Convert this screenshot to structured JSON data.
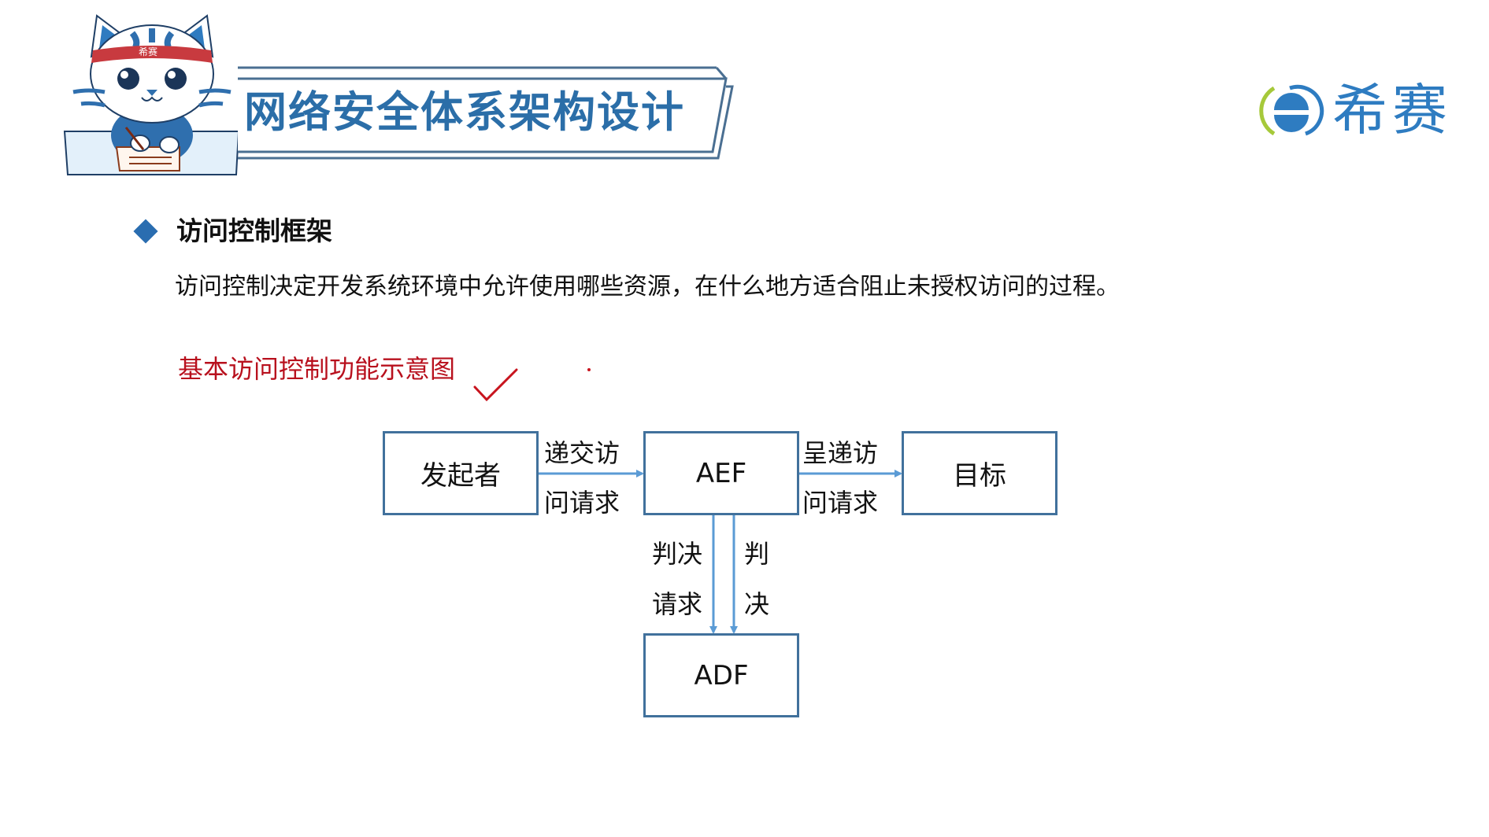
{
  "header": {
    "title": "网络安全体系架构设计",
    "mascot_headband": "希赛",
    "logo_text": "希赛"
  },
  "section": {
    "heading": "访问控制框架",
    "description": "访问控制决定开发系统环境中允许使用哪些资源，在什么地方适合阻止未授权访问的过程。"
  },
  "diagram": {
    "caption": "基本访问控制功能示意图",
    "nodes": {
      "initiator": "发起者",
      "aef": "AEF",
      "target": "目标",
      "adf": "ADF"
    },
    "edges": {
      "initiator_to_aef": {
        "line1": "递交访",
        "line2": "问请求"
      },
      "aef_to_target": {
        "line1": "呈递访",
        "line2": "问请求"
      },
      "aef_to_adf_request": {
        "line1": "判决",
        "line2": "请求"
      },
      "aef_to_adf_decision": {
        "line1": "判",
        "line2": "决"
      }
    }
  },
  "colors": {
    "title_blue": "#2b6ea8",
    "box_border": "#41719c",
    "arrow": "#5b9bd5",
    "caption_red": "#b8101d",
    "logo_blue": "#2e7cc1",
    "logo_green": "#a6c93a"
  }
}
